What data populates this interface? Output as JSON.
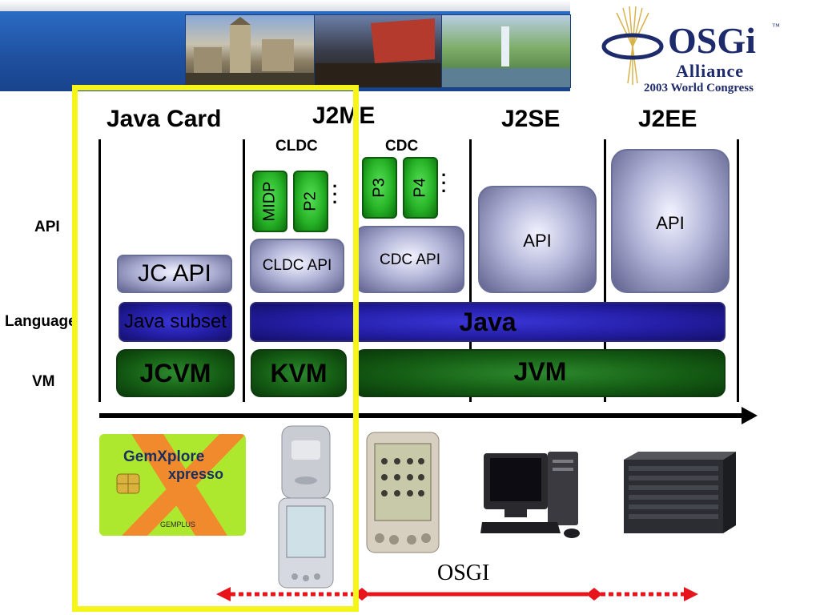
{
  "logo": {
    "name": "OSGi",
    "line2": "Alliance",
    "line3": "2003 World Congress",
    "tm": "™"
  },
  "columns": {
    "java_card": "Java Card",
    "j2me": "J2ME",
    "j2se": "J2SE",
    "j2ee": "J2EE",
    "cldc": "CLDC",
    "cdc": "CDC"
  },
  "rows": {
    "api": "API",
    "language": "Language",
    "vm": "VM"
  },
  "api_boxes": {
    "jc_api": "JC API",
    "cldc_api": "CLDC API",
    "cdc_api": "CDC API",
    "j2se_api": "API",
    "j2ee_api": "API"
  },
  "profiles": {
    "midp": "MIDP",
    "p2": "P2",
    "p3": "P3",
    "p4": "P4"
  },
  "language_boxes": {
    "java_subset": "Java subset",
    "java": "Java"
  },
  "vm_boxes": {
    "jcvm": "JCVM",
    "kvm": "KVM",
    "jvm": "JVM"
  },
  "devices": {
    "card_brand_1": "GemXplore",
    "card_brand_2": "xpresso",
    "card_maker": "GEMPLUS"
  },
  "osgi_label": "OSGI",
  "colors": {
    "header_blue": "#1f4f9e",
    "highlight_yellow": "#f5f51a",
    "arrow_red": "#e8141c",
    "logo_navy": "#1d2a6b"
  }
}
